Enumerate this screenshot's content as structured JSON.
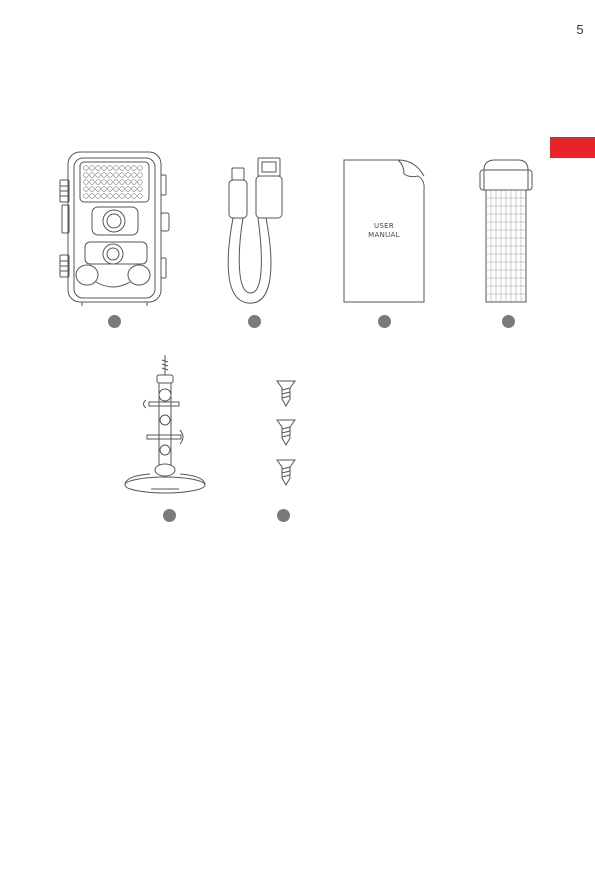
{
  "page": {
    "number": "5"
  },
  "side_tab": {
    "color": "#e8232a"
  },
  "manual": {
    "line1": "USER",
    "line2": "MANUAL"
  },
  "items": [
    {
      "name": "trail-camera",
      "icon": "trail-camera-icon"
    },
    {
      "name": "usb-cable",
      "icon": "usb-cable-icon"
    },
    {
      "name": "user-manual",
      "icon": "manual-booklet-icon"
    },
    {
      "name": "strap",
      "icon": "strap-icon"
    },
    {
      "name": "wall-mount",
      "icon": "wall-mount-icon"
    },
    {
      "name": "screws",
      "icon": "screw-icon"
    }
  ]
}
